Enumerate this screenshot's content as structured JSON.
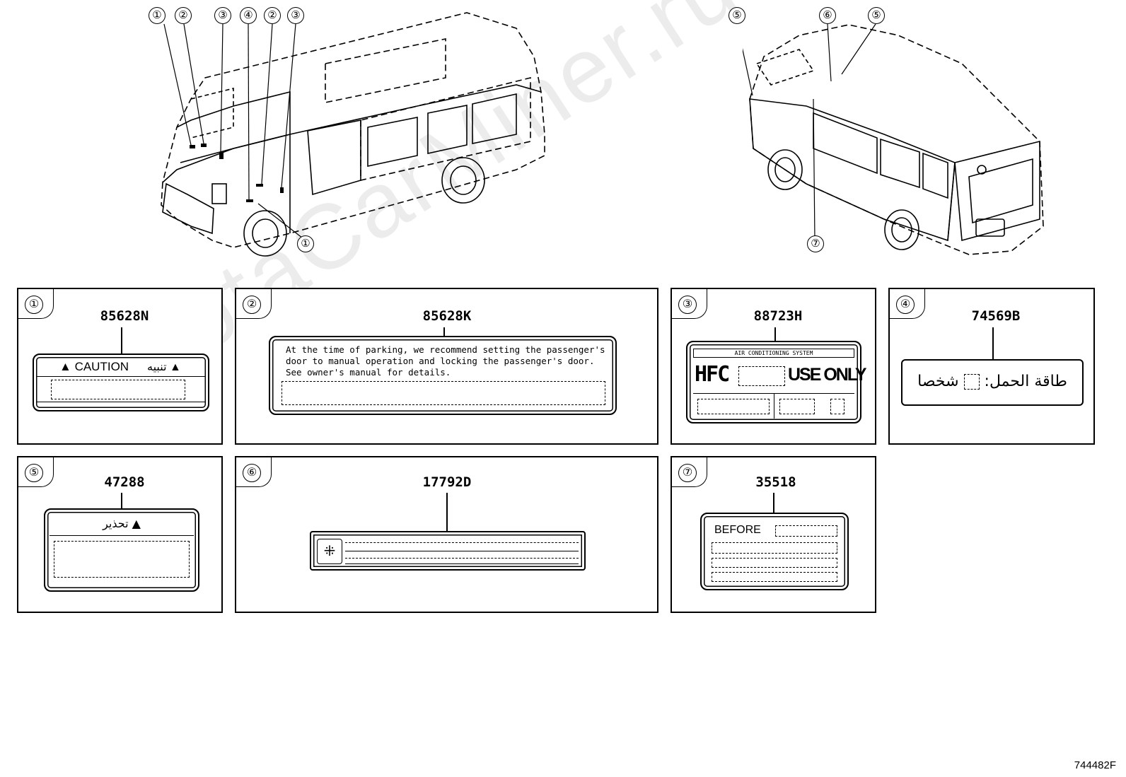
{
  "watermark": "ToyotaCarMiner.ru",
  "footer_code": "744482F",
  "callouts": {
    "front": [
      "①",
      "②",
      "③",
      "④",
      "②",
      "③",
      "①"
    ],
    "rear": [
      "⑤",
      "⑥",
      "⑤",
      "⑦"
    ]
  },
  "panels": [
    {
      "num": "①",
      "part": "85628N",
      "caution": "CAUTION",
      "arabic": "تنبيه"
    },
    {
      "num": "②",
      "part": "85628K",
      "text_lines": [
        "At the time of parking, we recommend setting the passenger's",
        "door to manual operation and locking the passenger's door.",
        "See owner's manual for details."
      ]
    },
    {
      "num": "③",
      "part": "88723H",
      "header": "AIR CONDITIONING SYSTEM",
      "hfc": "HFC",
      "use_only": "USE ONLY"
    },
    {
      "num": "④",
      "part": "74569B",
      "arabic_1": "طاقة الحمل:",
      "arabic_2": "شخصا"
    },
    {
      "num": "⑤",
      "part": "47288",
      "arabic": "تحذير"
    },
    {
      "num": "⑥",
      "part": "17792D"
    },
    {
      "num": "⑦",
      "part": "35518",
      "before": "BEFORE"
    }
  ]
}
